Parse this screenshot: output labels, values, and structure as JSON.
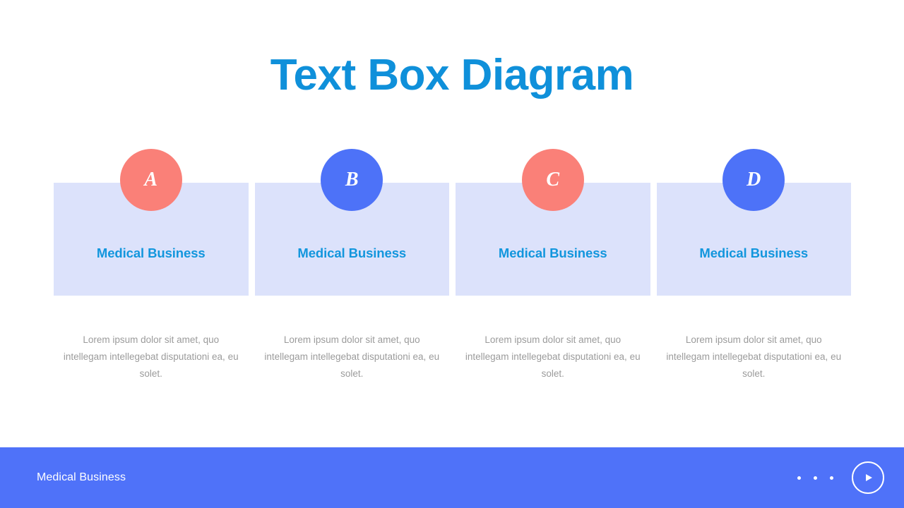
{
  "slide": {
    "title": "Text Box Diagram",
    "background_color": "#FFFFFF",
    "title_color": "#0F90DA"
  },
  "colors": {
    "title_blue": "#0F90DA",
    "heading_blue": "#1296DD",
    "card_bg": "#DCE2FB",
    "badge_salmon": "#FA8078",
    "badge_blue": "#4D72F8",
    "footer_blue": "#4F72F9",
    "body_text_gray": "#9B9B9B"
  },
  "cards": [
    {
      "badge": "A",
      "badge_color": "#FA8078",
      "badge_style": "salmon",
      "heading": "Medical Business",
      "description": "Lorem ipsum dolor sit amet, quo intellegam intellegebat disputationi ea, eu solet."
    },
    {
      "badge": "B",
      "badge_color": "#4D72F8",
      "badge_style": "blue",
      "heading": "Medical Business",
      "description": "Lorem ipsum dolor sit amet, quo intellegam intellegebat disputationi ea, eu solet."
    },
    {
      "badge": "C",
      "badge_color": "#FA8078",
      "badge_style": "salmon",
      "heading": "Medical Business",
      "description": "Lorem ipsum dolor sit amet, quo intellegam intellegebat disputationi ea, eu solet."
    },
    {
      "badge": "D",
      "badge_color": "#4D72F8",
      "badge_style": "blue",
      "heading": "Medical Business",
      "description": "Lorem ipsum dolor sit amet, quo intellegam intellegebat disputationi ea, eu solet."
    }
  ],
  "footer": {
    "label": "Medical Business",
    "pagination_dots": 3,
    "play_button_icon": "play-icon"
  }
}
